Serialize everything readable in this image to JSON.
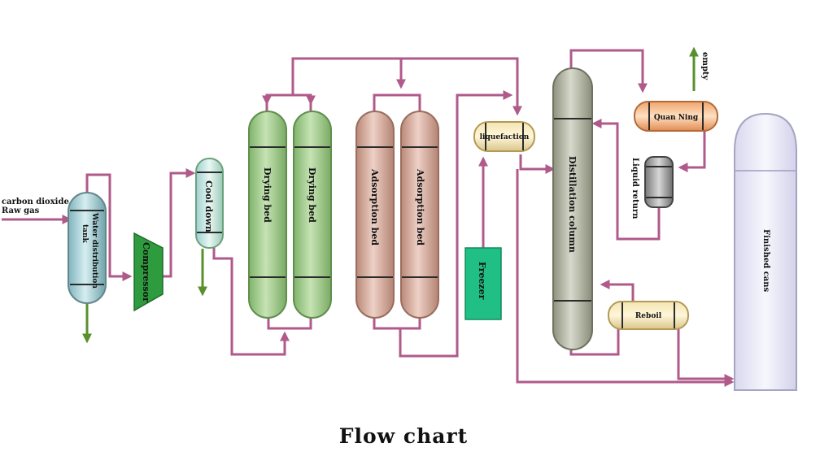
{
  "caption": "Flow chart",
  "inputs": {
    "line1": "carbon dioxide",
    "line2": "Raw gas"
  },
  "equipment": {
    "water_tank_line1": "Water distribution",
    "water_tank_line2": "tank",
    "compressor": "Compressor",
    "cool_down": "Cool down",
    "drying_bed_1": "Drying bed",
    "drying_bed_2": "Drying bed",
    "adsorption_bed_1": "Adsorption bed",
    "adsorption_bed_2": "Adsorption bed",
    "liquefaction": "liquefaction",
    "freezer": "Freezer",
    "distillation_column": "Distillation column",
    "quan_ning": "Quan Ning",
    "liquid_return": "Liquid return",
    "empty": "empty",
    "reboil": "Reboil",
    "finished_cans": "Finished cans"
  },
  "colors": {
    "pipe": "#b05a8a",
    "vent_arrow": "#5a8f2e",
    "drying_green": "#9cc98a",
    "adsorption_pink": "#d8aa9c",
    "freezer_teal": "#1fbf86",
    "column_gray": "#b5b8a6",
    "tank_blue": "#a8d6dc",
    "cans_lavender": "#ebeaf7"
  }
}
